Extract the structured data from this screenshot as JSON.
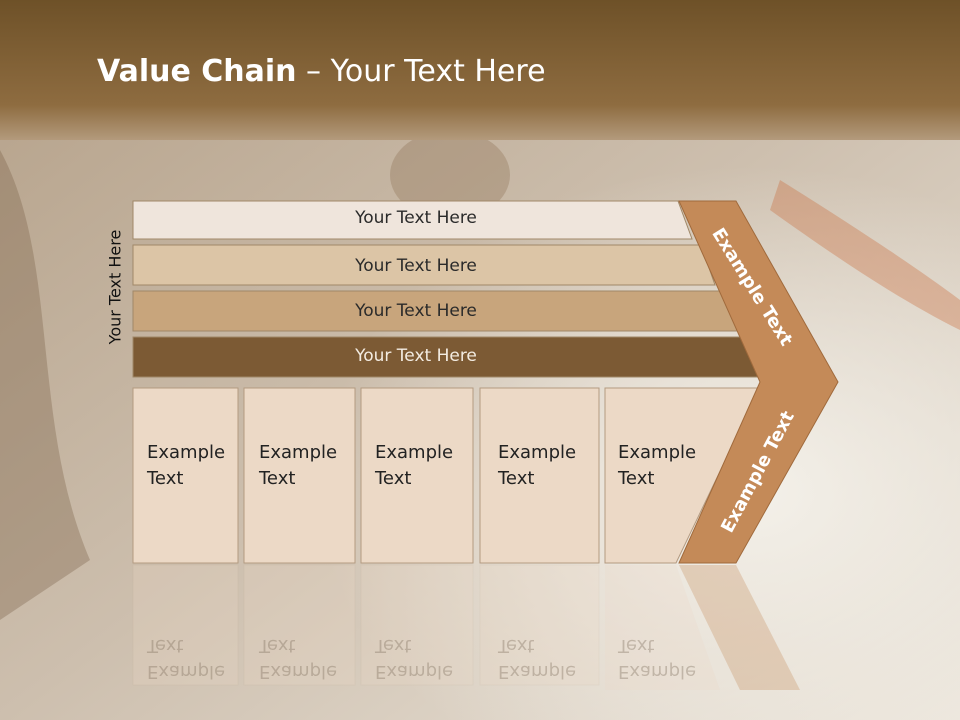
{
  "title": {
    "bold": "Value Chain",
    "rest": " – Your Text Here"
  },
  "side_label": "Your Text Here",
  "bars": [
    {
      "label": "Your Text Here",
      "color": "#efe5dc"
    },
    {
      "label": "Your Text Here",
      "color": "#dcc5a6"
    },
    {
      "label": "Your Text Here",
      "color": "#c8a57c"
    },
    {
      "label": "Your Text Here",
      "color": "#7c5a34"
    }
  ],
  "boxes": [
    {
      "line1": "Example",
      "line2": "Text"
    },
    {
      "line1": "Example",
      "line2": "Text"
    },
    {
      "line1": "Example",
      "line2": "Text"
    },
    {
      "line1": "Example",
      "line2": "Text"
    },
    {
      "line1": "Example",
      "line2": "Text"
    }
  ],
  "chevron": {
    "upper": "Example Text",
    "lower": "Example Text",
    "color": "#c48a58"
  },
  "colors": {
    "header": "#7a5a30",
    "box": "#ecd9c6"
  }
}
